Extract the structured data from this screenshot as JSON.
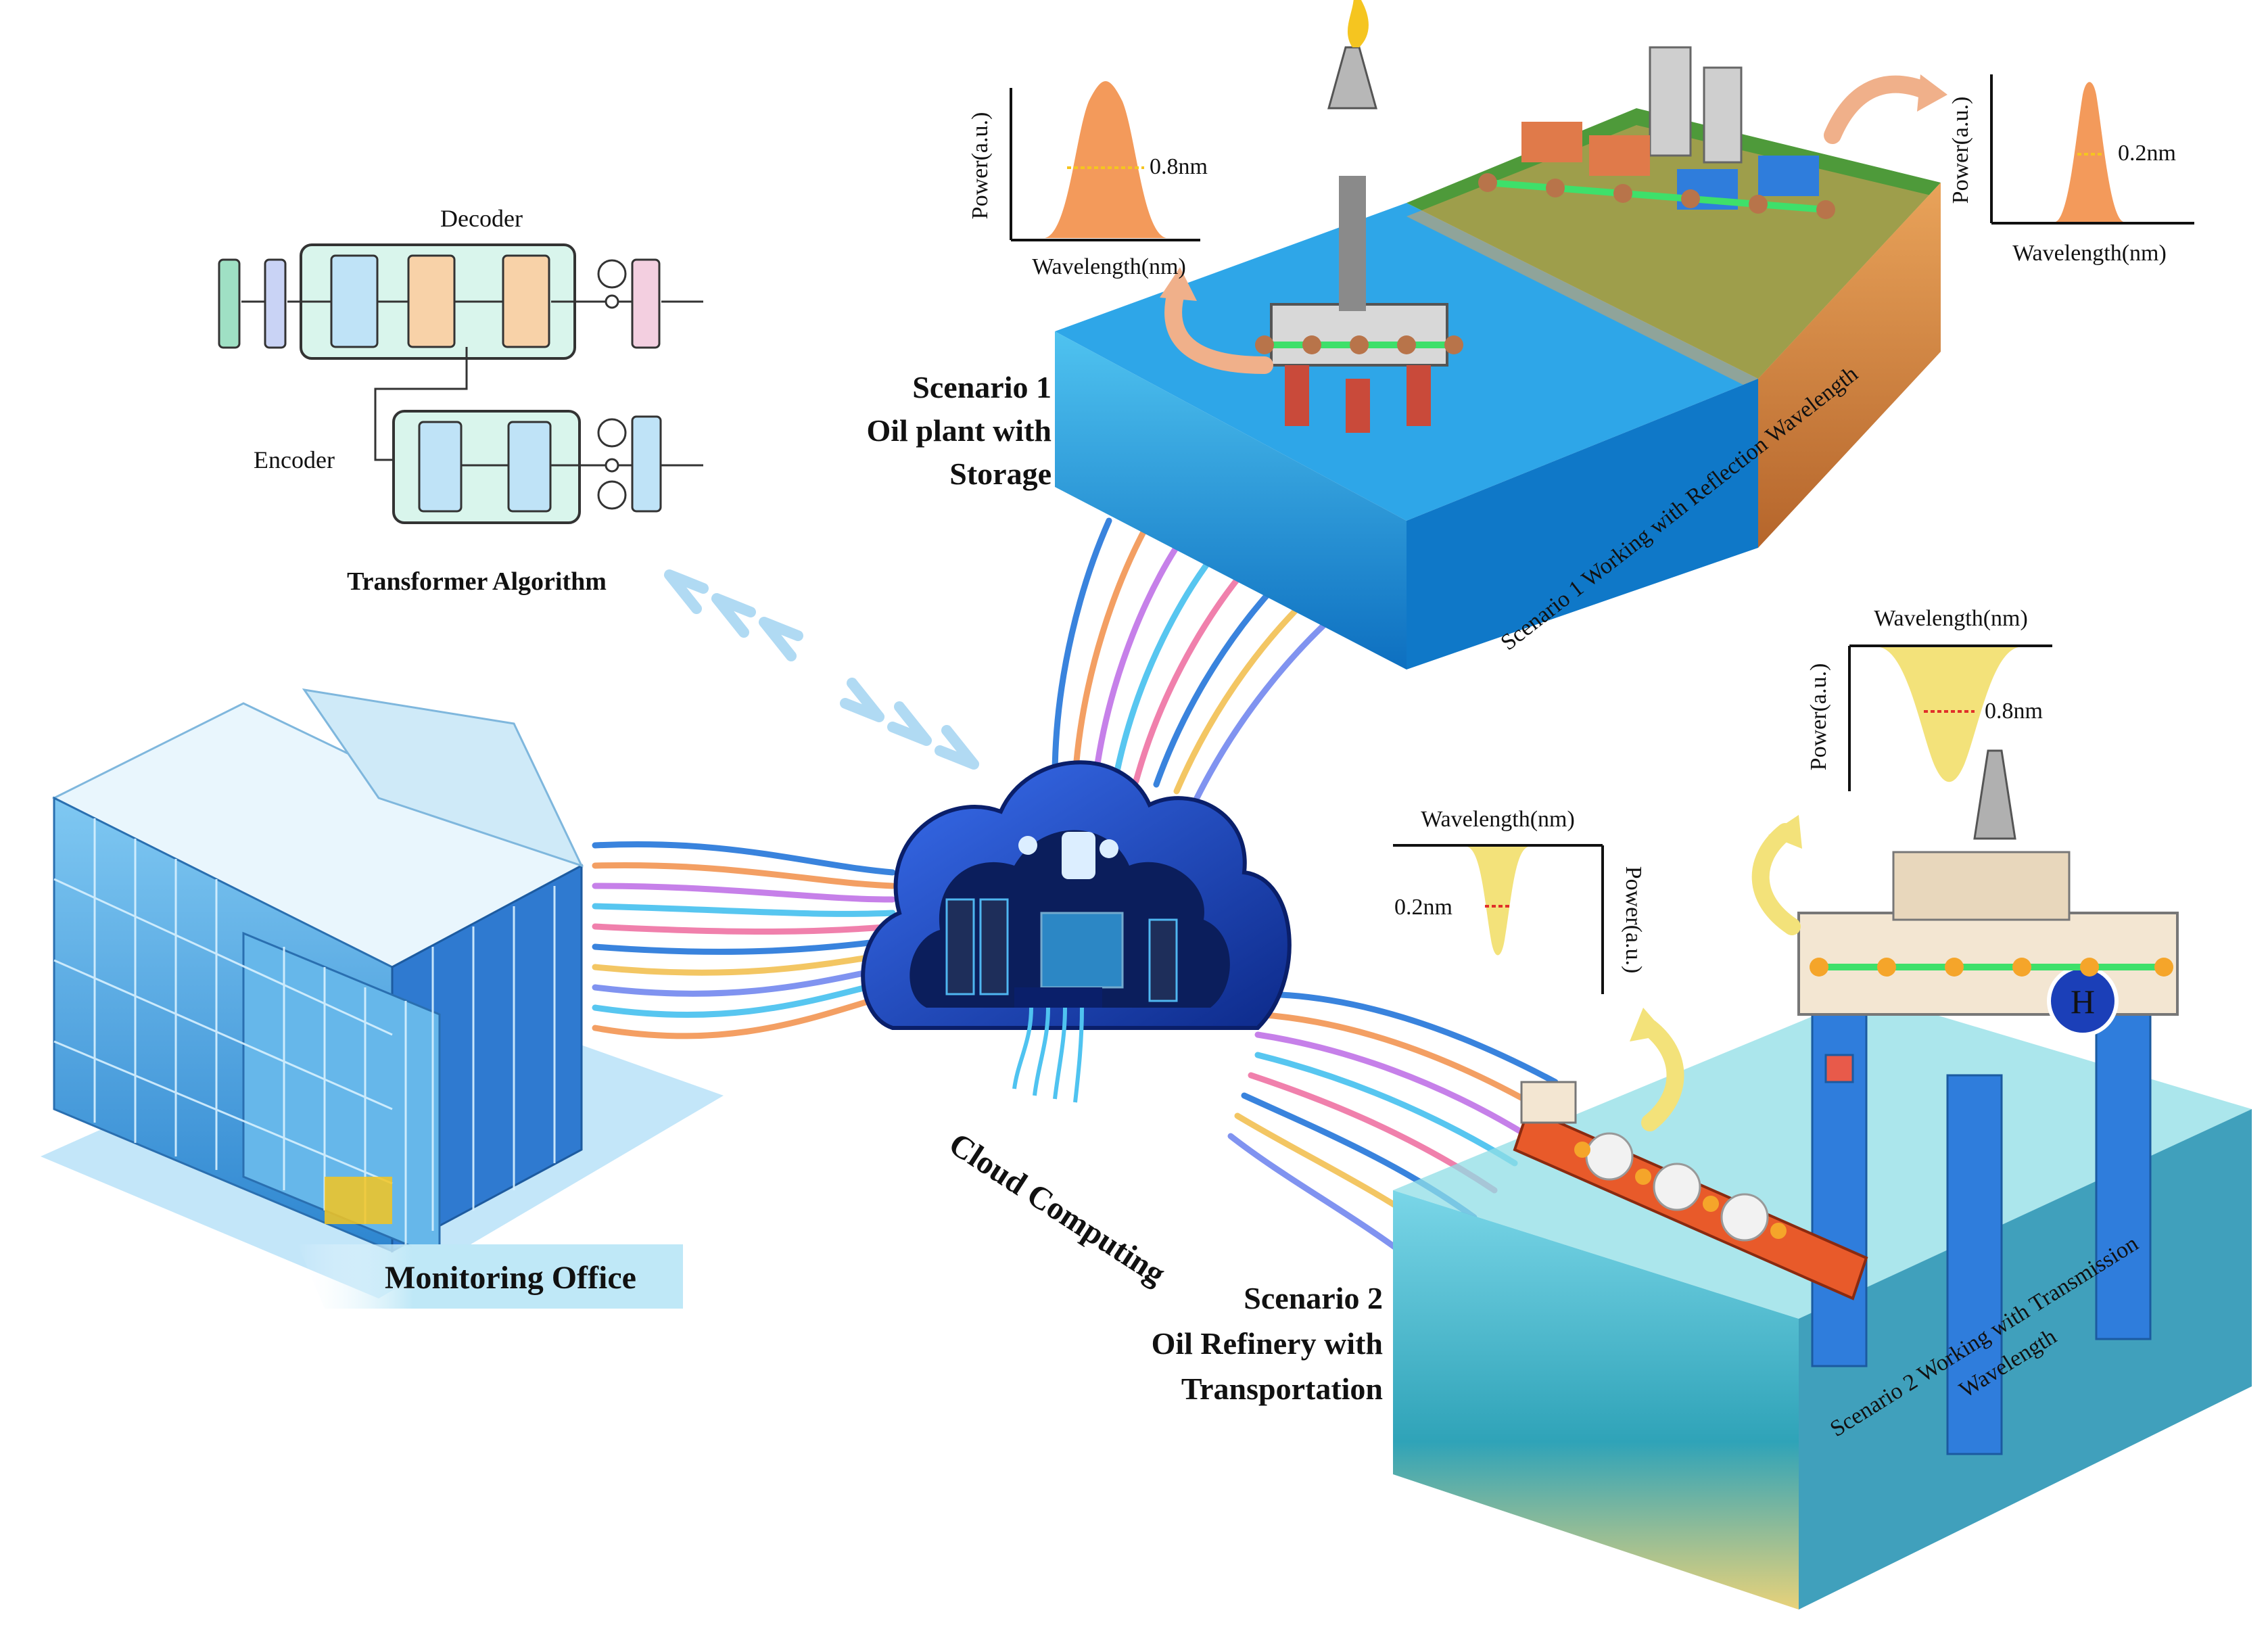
{
  "transformer": {
    "decoder_label": "Decoder",
    "encoder_label": "Encoder",
    "title": "Transformer Algorithm"
  },
  "scenario1": {
    "title_line1": "Scenario 1",
    "title_line2": "Oil plant with",
    "title_line3": "Storage",
    "side_label": "Scenario 1 Working with Reflection Wavelength",
    "plot_left": {
      "x_label": "Wavelength(nm)",
      "y_label": "Power(a.u.)",
      "bandwidth_label": "0.8nm"
    },
    "plot_right": {
      "x_label": "Wavelength(nm)",
      "y_label": "Power(a.u.)",
      "bandwidth_label": "0.2nm"
    }
  },
  "scenario2": {
    "title_line1": "Scenario 2",
    "title_line2": "Oil Refinery with",
    "title_line3": "Transportation",
    "side_label_line1": "Scenario 2 Working with Transmission",
    "side_label_line2": "Wavelength",
    "plot_left": {
      "x_label": "Wavelength(nm)",
      "y_label": "Power(a.u.)",
      "bandwidth_label": "0.2nm"
    },
    "plot_right": {
      "x_label": "Wavelength(nm)",
      "y_label": "Power(a.u.)",
      "bandwidth_label": "0.8nm"
    }
  },
  "cloud": {
    "label": "Cloud Computing"
  },
  "office": {
    "label": "Monitoring Office"
  },
  "colors": {
    "peak_orange": "#f39a5b",
    "dip_yellow": "#f3e27a",
    "fiber_blue": "#2f7ddc",
    "cloud_blue": "#1b3fb8",
    "sea_blue": "#1f9ad8",
    "box_green": "#c9f2e0",
    "box_orange": "#f8d2a8",
    "box_blue": "#bfe3f7"
  }
}
